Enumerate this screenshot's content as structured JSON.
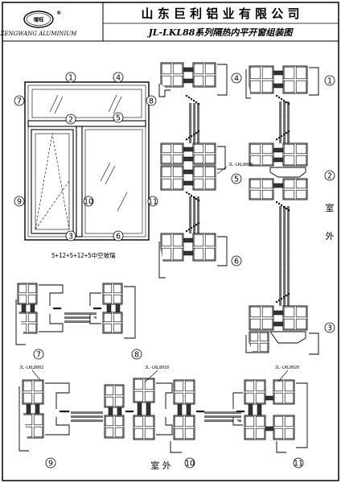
{
  "header": {
    "company_cn": "山 东 巨 利 铝 业 有 限 公 司",
    "logo_cn": "增旺",
    "logo_en": "ZENGWANG ALUMINIUM",
    "logo_mark": "®",
    "drawing_title": "JL-LKL88系列隔热内平开窗组装图"
  },
  "elevation": {
    "glass_spec": "5+12+5+12+5中空玻璃",
    "labels": [
      "1",
      "2",
      "3",
      "4",
      "5",
      "6",
      "7",
      "8",
      "9",
      "10",
      "11"
    ]
  },
  "sections": {
    "vertical_labels": [
      "4",
      "5",
      "6"
    ],
    "right_labels": [
      "1",
      "2",
      "3"
    ],
    "outside_side": [
      "室",
      "外"
    ],
    "h_labels": [
      "7",
      "8",
      "9",
      "10",
      "11"
    ],
    "outside_bottom": "室  外",
    "codes": [
      "JL-LKL8009",
      "JL-LKL8002",
      "JL-LKL8010",
      "JL-LKL8020"
    ]
  }
}
